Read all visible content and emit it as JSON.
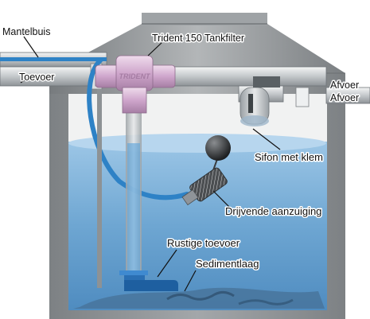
{
  "labels": {
    "mantelbuis": "Mantelbuis",
    "toevoer": "Toevoer",
    "tankfilter": "Trident 150 Tankfilter",
    "afvoer_top": "Afvoer",
    "afvoer_bottom": "Afvoer",
    "sifon": "Sifon met klem",
    "drijvende": "Drijvende aanzuiging",
    "rustige": "Rustige toevoer",
    "sediment": "Sedimentlaag"
  },
  "filter_marking": "TRIDENT",
  "colors": {
    "concrete": "#8f9396",
    "tank_inner": "#f1f2f2",
    "water": "#6fa6cf",
    "hose": "#2e82c6",
    "filter": "#d6b3d3",
    "pipe": "#c9cdd0"
  }
}
